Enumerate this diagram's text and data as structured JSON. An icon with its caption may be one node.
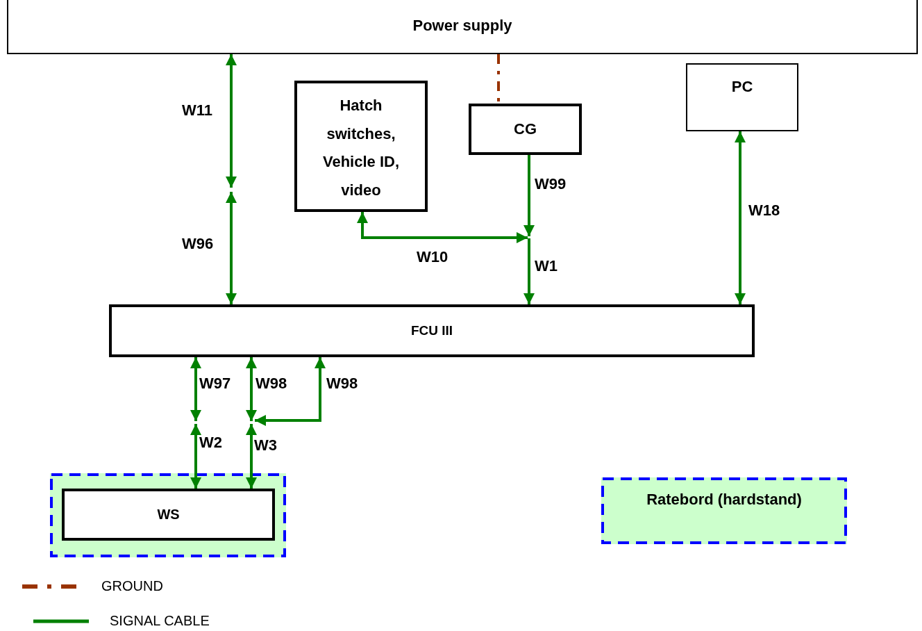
{
  "diagram": {
    "nodes": [
      {
        "text": [
          "Power supply"
        ]
      },
      {
        "text": [
          "Hatch switches, Vehicle ID, video"
        ]
      },
      {
        "text": [
          "CG"
        ]
      },
      {
        "text": [
          "PC"
        ]
      },
      {
        "text": [
          "FCU III"
        ]
      },
      {
        "text": [],
        "shape": "box"
      },
      {
        "text": [
          "WS"
        ],
        "in": 5
      },
      {
        "text": [
          "Ratebord (hardstand)"
        ]
      }
    ],
    "edges": [
      {
        "from": 0,
        "to": null,
        "arrow": "both",
        "label": "W11"
      },
      {
        "from": null,
        "to": 4,
        "arrow": "both",
        "label": "W96"
      },
      {
        "from": 0,
        "to": 2,
        "arrow": "none",
        "style": "dashed",
        "color": "#993300"
      },
      {
        "from": 1,
        "to": null,
        "arrow": "both",
        "label": "W10"
      },
      {
        "from": 2,
        "to": null,
        "arrow": "to",
        "label": "W99"
      },
      {
        "from": null,
        "to": 4,
        "arrow": "to",
        "label": "W1"
      },
      {
        "from": 3,
        "to": 4,
        "arrow": "both",
        "label": "W18"
      },
      {
        "from": 4,
        "to": null,
        "arrow": "both",
        "label": "W97"
      },
      {
        "from": 4,
        "to": null,
        "arrow": "both",
        "label": "W98"
      },
      {
        "from": 4,
        "to": null,
        "arrow": "both",
        "label": "W98"
      },
      {
        "from": null,
        "to": 6,
        "arrow": "both",
        "label": "W2"
      },
      {
        "from": null,
        "to": 6,
        "arrow": "both",
        "label": "W3"
      }
    ],
    "legend": [
      {
        "text": "GROUND"
      },
      {
        "text": "SIGNAL CABLE"
      }
    ]
  }
}
